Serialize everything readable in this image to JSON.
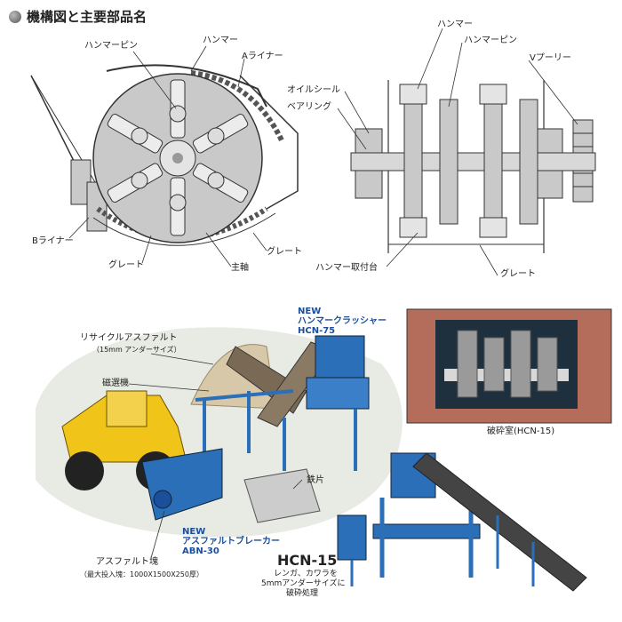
{
  "title": "機構図と主要部品名",
  "left_diagram": {
    "hammer_pin": "ハンマーピン",
    "hammer": "ハンマー",
    "a_liner": "Aライナー",
    "b_liner": "Bライナー",
    "grate_bottom": "グレート",
    "grate_right": "グレート",
    "main_shaft": "主軸"
  },
  "right_diagram": {
    "hammer": "ハンマー",
    "hammer_pin": "ハンマーピン",
    "v_pulley": "Vプーリー",
    "oil_seal": "オイルシール",
    "bearing": "ベアリング",
    "hammer_mount": "ハンマー取付台",
    "grate": "グレート"
  },
  "plant": {
    "new_crusher_badge": "NEW",
    "crusher_name": "ハンマークラッシャー",
    "crusher_model": "HCN-75",
    "recycled_asphalt": "リサイクルアスファルト",
    "recycled_asphalt_note": "（15mm アンダーサイズ）",
    "magnetic_separator": "磁選機",
    "iron_scrap": "鉄片",
    "new_breaker_badge": "NEW",
    "breaker_name": "アスファルトブレーカー",
    "breaker_model": "ABN-30",
    "asphalt_block": "アスファルト塊",
    "asphalt_block_note": "（最大投入塊：1000X1500X250厚）",
    "photo_caption": "破砕室(HCN-15)",
    "hcn15_model": "HCN-15",
    "hcn15_desc_1": "レンガ、カワラを",
    "hcn15_desc_2": "5mmアンダーサイズに",
    "hcn15_desc_3": "破砕処理"
  },
  "colors": {
    "accent_blue": "#1b4f9c",
    "machine_blue": "#2a6fb8",
    "loader_yellow": "#f0c419",
    "diagram_gray": "#c9c9c9",
    "photo_bg": "#b46d5a"
  }
}
